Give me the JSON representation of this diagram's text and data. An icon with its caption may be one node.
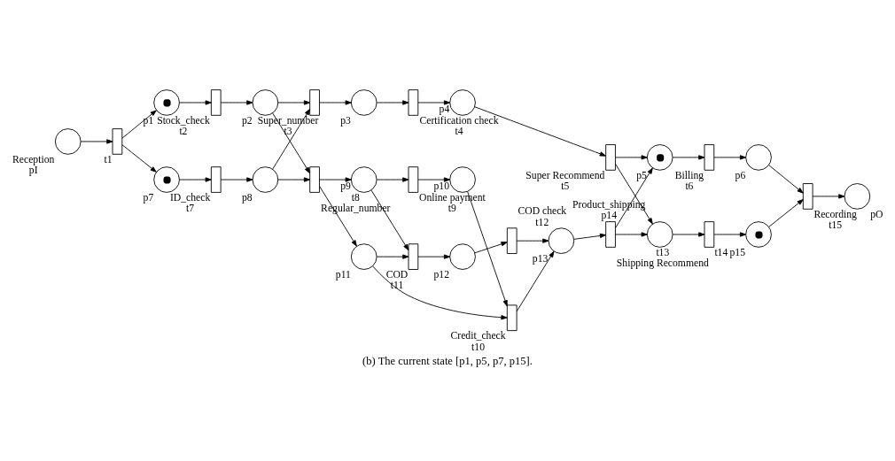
{
  "diagram": {
    "caption": "(b) The current state [p1, p5, p7, p15].",
    "nodes": [
      {
        "text": [],
        "shape": "circle",
        "beside": [
          "Reception",
          "pI"
        ]
      },
      {
        "text": [],
        "shape": "bar",
        "beside": [
          "t1"
        ]
      },
      {
        "text": [],
        "shape": "token",
        "beside": [
          "p1"
        ]
      },
      {
        "text": [],
        "shape": "bar",
        "beside": [
          "Stock_check",
          "t2"
        ]
      },
      {
        "text": [],
        "shape": "circle",
        "beside": [
          "p2"
        ]
      },
      {
        "text": [],
        "shape": "bar",
        "beside": [
          "Super_number",
          "t3"
        ]
      },
      {
        "text": [],
        "shape": "circle",
        "beside": [
          "p3"
        ]
      },
      {
        "text": [],
        "shape": "bar",
        "beside": [
          "Certification check",
          "t4"
        ]
      },
      {
        "text": [],
        "shape": "circle",
        "beside": [
          "p4"
        ]
      },
      {
        "text": [],
        "shape": "bar",
        "beside": [
          "Super Recommend",
          "t5"
        ]
      },
      {
        "text": [],
        "shape": "token",
        "beside": [
          "p5"
        ]
      },
      {
        "text": [],
        "shape": "bar",
        "beside": [
          "Billing",
          "t6"
        ]
      },
      {
        "text": [],
        "shape": "circle",
        "beside": [
          "p6"
        ]
      },
      {
        "text": [],
        "shape": "bar",
        "beside": [
          "Recording",
          "t15"
        ]
      },
      {
        "text": [],
        "shape": "circle",
        "beside": [
          "pO"
        ]
      },
      {
        "text": [],
        "shape": "token",
        "beside": [
          "p7"
        ]
      },
      {
        "text": [],
        "shape": "bar",
        "beside": [
          "ID_check",
          "t7"
        ]
      },
      {
        "text": [],
        "shape": "circle",
        "beside": [
          "p8"
        ]
      },
      {
        "text": [],
        "shape": "bar",
        "beside": [
          "t8",
          "Regular_number"
        ]
      },
      {
        "text": [],
        "shape": "circle",
        "beside": [
          "p9"
        ]
      },
      {
        "text": [],
        "shape": "bar",
        "beside": [
          "Online payment",
          "t9"
        ]
      },
      {
        "text": [],
        "shape": "circle",
        "beside": [
          "p10"
        ]
      },
      {
        "text": [],
        "shape": "bar",
        "beside": [
          "Credit_check",
          "t10"
        ]
      },
      {
        "text": [],
        "shape": "circle",
        "beside": [
          "p13"
        ]
      },
      {
        "text": [],
        "shape": "bar",
        "beside": [
          "t13",
          "Shipping Recommend"
        ]
      },
      {
        "text": [],
        "shape": "circle",
        "beside": [
          "Product_shipping",
          "p14"
        ]
      },
      {
        "text": [],
        "shape": "bar",
        "beside": [
          "t14"
        ]
      },
      {
        "text": [],
        "shape": "token",
        "beside": [
          "p15"
        ]
      },
      {
        "text": [],
        "shape": "circle",
        "beside": [
          "p11"
        ]
      },
      {
        "text": [],
        "shape": "bar",
        "beside": [
          "COD",
          "t11"
        ]
      },
      {
        "text": [],
        "shape": "circle",
        "beside": [
          "p12"
        ]
      },
      {
        "text": [],
        "shape": "bar",
        "beside": [
          "COD check",
          "t12"
        ]
      }
    ],
    "edges": [
      {
        "from": 0,
        "to": 1,
        "arrow": "to"
      },
      {
        "from": 1,
        "to": 2,
        "arrow": "to"
      },
      {
        "from": 1,
        "to": 15,
        "arrow": "to"
      },
      {
        "from": 2,
        "to": 3,
        "arrow": "to"
      },
      {
        "from": 3,
        "to": 4,
        "arrow": "to"
      },
      {
        "from": 4,
        "to": 5,
        "arrow": "to"
      },
      {
        "from": 4,
        "to": 18,
        "arrow": "to"
      },
      {
        "from": 15,
        "to": 16,
        "arrow": "to"
      },
      {
        "from": 16,
        "to": 17,
        "arrow": "to"
      },
      {
        "from": 17,
        "to": 5,
        "arrow": "to"
      },
      {
        "from": 17,
        "to": 18,
        "arrow": "to"
      },
      {
        "from": 5,
        "to": 6,
        "arrow": "to"
      },
      {
        "from": 6,
        "to": 7,
        "arrow": "to"
      },
      {
        "from": 7,
        "to": 8,
        "arrow": "to"
      },
      {
        "from": 8,
        "to": 9,
        "arrow": "to"
      },
      {
        "from": 9,
        "to": 10,
        "arrow": "to"
      },
      {
        "from": 9,
        "to": 25,
        "arrow": "to"
      },
      {
        "from": 10,
        "to": 11,
        "arrow": "to"
      },
      {
        "from": 11,
        "to": 12,
        "arrow": "to"
      },
      {
        "from": 12,
        "to": 13,
        "arrow": "to"
      },
      {
        "from": 27,
        "to": 13,
        "arrow": "to"
      },
      {
        "from": 13,
        "to": 14,
        "arrow": "to"
      },
      {
        "from": 18,
        "to": 19,
        "arrow": "to"
      },
      {
        "from": 18,
        "to": 28,
        "arrow": "to"
      },
      {
        "from": 19,
        "to": 20,
        "arrow": "to"
      },
      {
        "from": 20,
        "to": 21,
        "arrow": "to"
      },
      {
        "from": 21,
        "to": 22,
        "arrow": "to"
      },
      {
        "from": 19,
        "to": 29,
        "arrow": "to"
      },
      {
        "from": 28,
        "to": 22,
        "arrow": "to"
      },
      {
        "from": 28,
        "to": 29,
        "arrow": "to"
      },
      {
        "from": 29,
        "to": 30,
        "arrow": "to"
      },
      {
        "from": 30,
        "to": 31,
        "arrow": "to"
      },
      {
        "from": 31,
        "to": 23,
        "arrow": "to"
      },
      {
        "from": 22,
        "to": 23,
        "arrow": "to"
      },
      {
        "from": 23,
        "to": 24,
        "arrow": "to"
      },
      {
        "from": 24,
        "to": 25,
        "arrow": "to"
      },
      {
        "from": 24,
        "to": 10,
        "arrow": "to"
      },
      {
        "from": 25,
        "to": 26,
        "arrow": "to"
      },
      {
        "from": 26,
        "to": 27,
        "arrow": "to"
      }
    ]
  }
}
